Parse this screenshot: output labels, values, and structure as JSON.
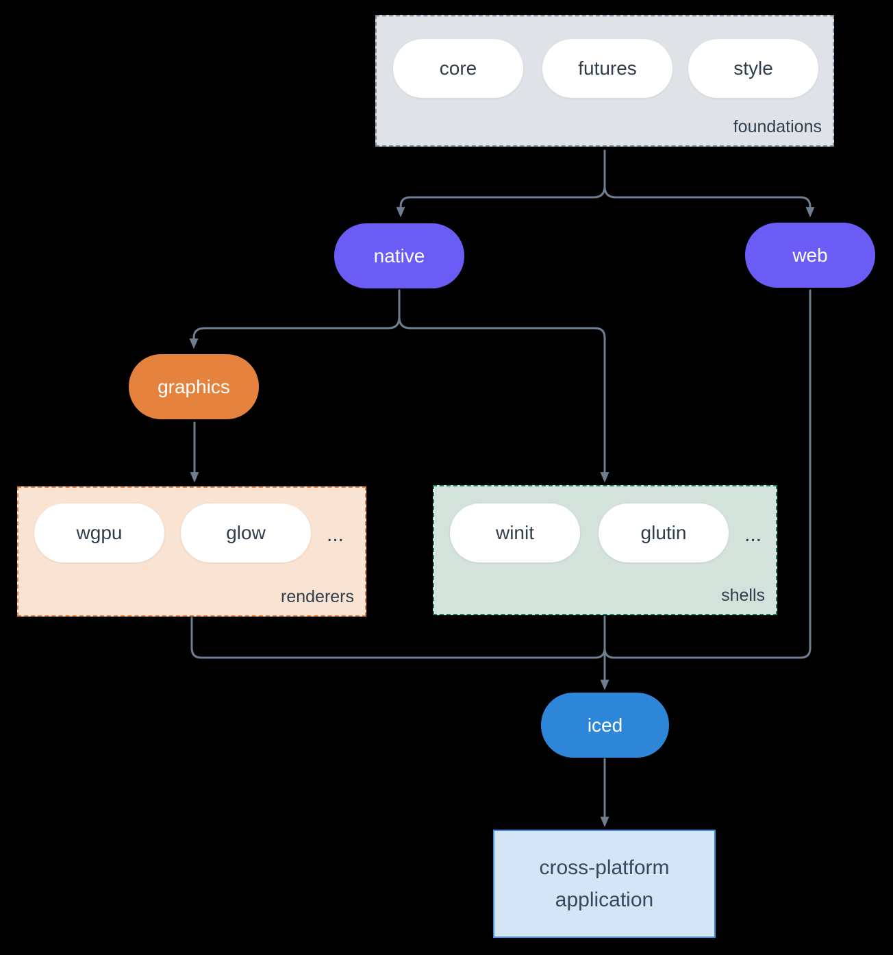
{
  "colors": {
    "background": "#000000",
    "connector": "#6e7e8f",
    "foundations_fill": "#dfe3e7",
    "foundations_border": "#8293a3",
    "renderers_fill": "#f9e3d3",
    "renderers_border": "#e5823d",
    "shells_fill": "#d3e2da",
    "shells_border": "#1e7a66",
    "native_web_fill": "#6a5cf5",
    "graphics_fill": "#e5823d",
    "iced_fill": "#2e86d9",
    "application_fill": "#d6e5f5",
    "application_border": "#3d8fe0",
    "pill_fill": "#ffffff",
    "dark_text": "#2f3e4d"
  },
  "groups": {
    "foundations": {
      "label": "foundations",
      "pills": [
        "core",
        "futures",
        "style"
      ]
    },
    "renderers": {
      "label": "renderers",
      "pills": [
        "wgpu",
        "glow"
      ],
      "ellipsis": "..."
    },
    "shells": {
      "label": "shells",
      "pills": [
        "winit",
        "glutin"
      ],
      "ellipsis": "..."
    }
  },
  "nodes": {
    "native": {
      "label": "native"
    },
    "web": {
      "label": "web"
    },
    "graphics": {
      "label": "graphics"
    },
    "iced": {
      "label": "iced"
    },
    "application": {
      "line1": "cross-platform",
      "line2": "application"
    }
  }
}
